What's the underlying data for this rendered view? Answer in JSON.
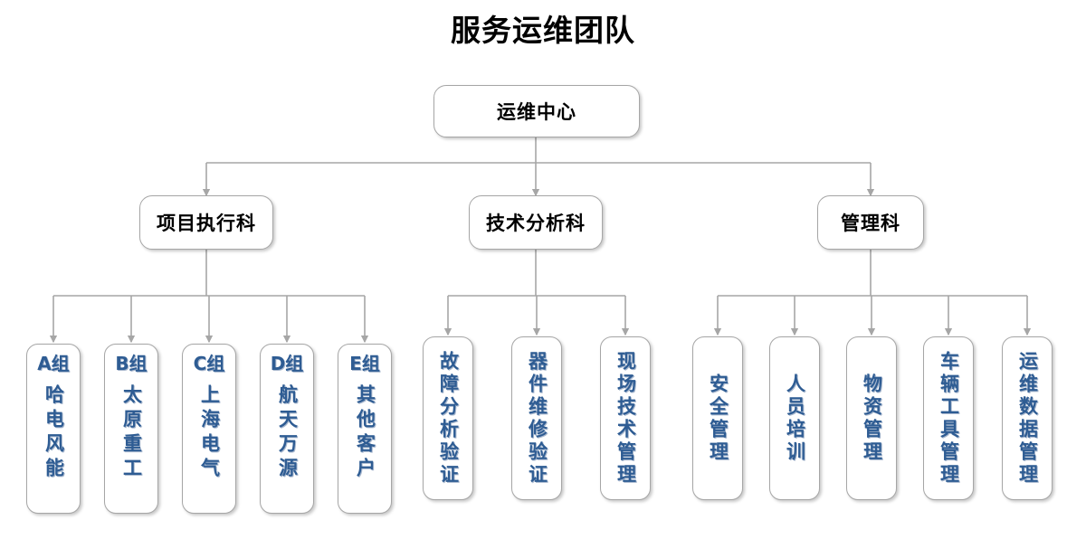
{
  "title": "服务运维团队",
  "colors": {
    "node_border": "#a6a6a6",
    "node_fill": "#ffffff",
    "connector": "#a6a6a6",
    "top_text": "#000000",
    "leaf_text": "#2e5c93"
  },
  "root": {
    "label": "运维中心"
  },
  "departments": [
    {
      "label": "项目执行科"
    },
    {
      "label": "技术分析科"
    },
    {
      "label": "管理科"
    }
  ],
  "groups": [
    {
      "parent": "项目执行科",
      "nodes": [
        {
          "code": "A组",
          "name": "哈电风能"
        },
        {
          "code": "B组",
          "name": "太原重工"
        },
        {
          "code": "C组",
          "name": "上海电气"
        },
        {
          "code": "D组",
          "name": "航天万源"
        },
        {
          "code": "E组",
          "name": "其他客户"
        }
      ]
    },
    {
      "parent": "技术分析科",
      "nodes": [
        {
          "code": "",
          "name": "故障分析验证"
        },
        {
          "code": "",
          "name": "器件维修验证"
        },
        {
          "code": "",
          "name": "现场技术管理"
        }
      ]
    },
    {
      "parent": "管理科",
      "nodes": [
        {
          "code": "",
          "name": "安全管理"
        },
        {
          "code": "",
          "name": "人员培训"
        },
        {
          "code": "",
          "name": "物资管理"
        },
        {
          "code": "",
          "name": "车辆工具管理"
        },
        {
          "code": "",
          "name": "运维数据管理"
        }
      ]
    }
  ]
}
